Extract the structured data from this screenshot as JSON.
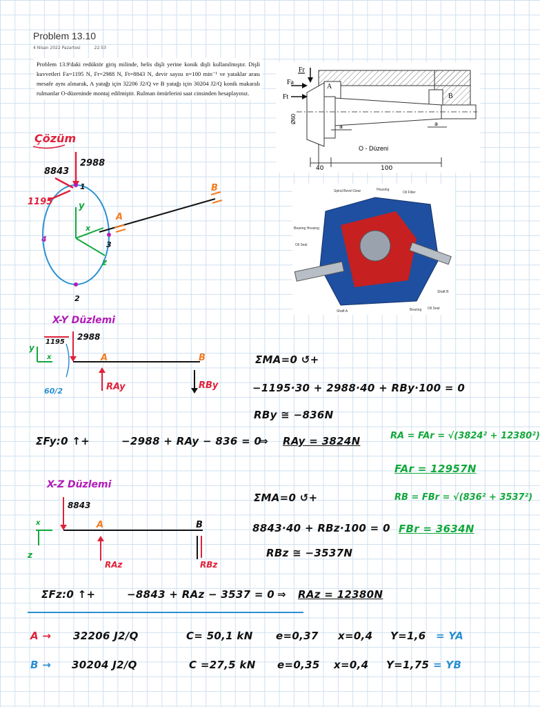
{
  "page": {
    "title": "Problem 13.10",
    "date": "4 Nisan 2022 Pazartesi",
    "time": "22:53",
    "problem_text": "Problem 13.9'daki redüktör giriş milinde, helis dişli yerine konik dişli kullanılmıştır. Dişli kuvvetleri Fa=1195 N, Fr=2988 N, Ft=8843 N, devir sayısı n=100 min⁻¹ ve yataklar arası mesafe aynı alınarak, A yatağı için 32206 J2/Q ve B yatağı için 30204 J2/Q konik makaralı rulmanlar O-düzeninde montaj edilmiştir. Rulman ömürlerini saat cinsinden hesaplayınız."
  },
  "figure": {
    "Fr": "Fr",
    "Fa": "Fa",
    "Ft": "Ft",
    "A": "A",
    "B": "B",
    "dia": "Ø60",
    "a1": "a",
    "a2": "a",
    "arrangement": "O - Düzeni",
    "dim1": "40",
    "dim2": "100"
  },
  "photo": {
    "spiral": "Spiral Bevel Gear",
    "housing": "Housing",
    "oilfilter": "Oil Filter",
    "bearinghousing": "Bearing Housing",
    "oilseal1": "Oil Seal",
    "shaftb": "Shaft B",
    "shafta": "Shaft A",
    "bearing": "Bearing",
    "oilseal2": "Oil Seal"
  },
  "sketch": {
    "cozum": "Çözüm",
    "f2988": "2988",
    "f8843": "8843",
    "f1195": "1195",
    "p1": "1",
    "p2": "2",
    "p3": "3",
    "p4": "4",
    "ax_y": "y",
    "ax_x": "x",
    "ax_z": "z",
    "A": "A",
    "B": "B"
  },
  "xy": {
    "heading": "X-Y Düzlemi",
    "f1195": "1195",
    "f2988": "2988",
    "y": "y",
    "x": "x",
    "r": "60/2",
    "A": "A",
    "B": "B",
    "RAy": "RAy",
    "RBy": "RBy",
    "eq1": "ΣMA=0 ↺+",
    "eq2": "−1195·30 + 2988·40 + RBy·100 = 0",
    "eq3": "RBy ≅ −836N",
    "eq4": "ΣFy:0 ↑+",
    "eq5": "−2988 + RAy − 836 = 0",
    "eq6": "⇒",
    "eq7": "RAy = 3824N"
  },
  "res": {
    "ra": "RA = FAr = √(3824² + 12380²)",
    "far": "FAr = 12957N",
    "rb": "RB = FBr = √(836² + 3537²)",
    "fbr": "FBr = 3634N"
  },
  "xz": {
    "heading": "X-Z Düzlemi",
    "f8843": "8843",
    "x": "x",
    "z": "z",
    "A": "A",
    "B": "B",
    "RAz": "RAz",
    "RBz": "RBz",
    "eq1": "ΣMA=0 ↺+",
    "eq2": "8843·40 + RBz·100 = 0",
    "eq3": "RBz ≅ −3537N",
    "eq4": "ΣFz:0 ↑+",
    "eq5": "−8843 + RAz − 3537 = 0",
    "eq6": "⇒",
    "eq7": "RAz = 12380N"
  },
  "table": {
    "rowA": {
      "label": "A →",
      "bearing": "32206 J2/Q",
      "C": "C= 50,1 kN",
      "e": "e=0,37",
      "x": "x=0,4",
      "y": "Y=1,6",
      "ylabel": "= YA"
    },
    "rowB": {
      "label": "B →",
      "bearing": "30204 J2/Q",
      "C": "C =27,5 kN",
      "e": "e=0,35",
      "x": "x=0,4",
      "y": "Y=1,75",
      "ylabel": "= YB"
    }
  }
}
